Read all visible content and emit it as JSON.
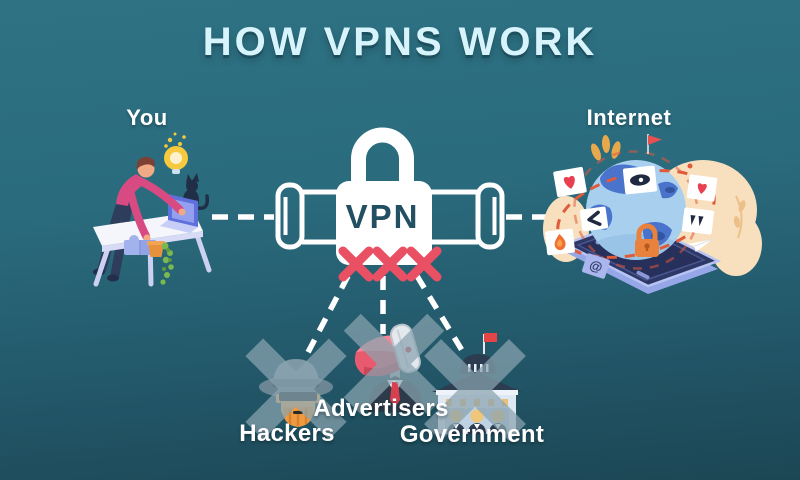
{
  "title": "HOW VPNS WORK",
  "nodes": {
    "you": {
      "label": "You"
    },
    "vpn": {
      "label": "VPN"
    },
    "internet": {
      "label": "Internet"
    }
  },
  "blocked_entities": [
    {
      "label": "Hackers",
      "icon": "hacker-spy-icon"
    },
    {
      "label": "Advertisers",
      "icon": "advertiser-megaphone-icon"
    },
    {
      "label": "Government",
      "icon": "government-building-icon"
    }
  ],
  "icons": {
    "tunnel": "padlock-tunnel-icon",
    "you_illustration": "person-at-desk-illustration",
    "internet_illustration": "globe-on-phone-illustration",
    "block_marks": "triple-x-icon"
  },
  "colors": {
    "background_top": "#2e7284",
    "background_bottom": "#1c4654",
    "title_text": "#d7f3fb",
    "label_text": "#ffffff",
    "lock_white": "#ffffff",
    "vpn_text": "#234f63",
    "x_mark_red": "#ea5064",
    "blocked_cross_overlay": "#8aa4b0"
  }
}
